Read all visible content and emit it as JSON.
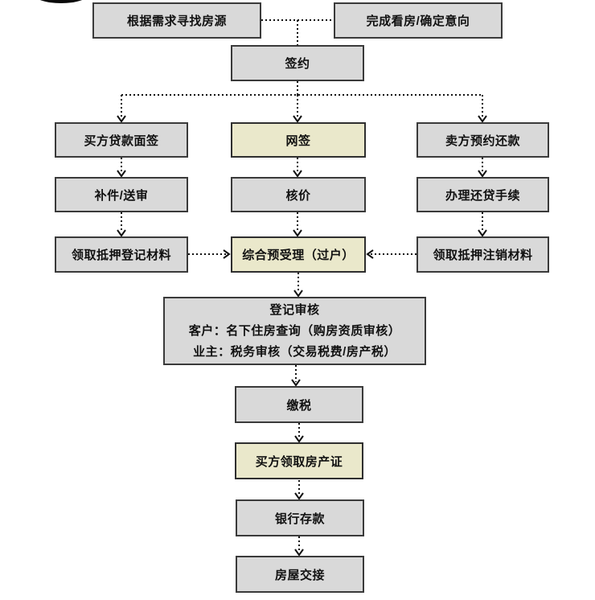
{
  "diagram_type": "flowchart",
  "language": "zh-CN",
  "subject": "second-hand-house-transaction-process",
  "colors": {
    "background": "#ffffff",
    "node_gray": "#d9d9d9",
    "node_highlight_yellow": "#eae8cb",
    "node_border": "#3a3a3a",
    "connector": "#111111",
    "text": "#111111"
  },
  "connector_style": "dotted-with-open-chevron-arrowheads",
  "nodes": [
    {
      "id": "find-housing",
      "label": "根据需求寻找房源",
      "style": "gray"
    },
    {
      "id": "confirm-intention",
      "label": "完成看房/确定意向",
      "style": "gray"
    },
    {
      "id": "sign-contract",
      "label": "签约",
      "style": "gray"
    },
    {
      "id": "buyer-loan-interview",
      "label": "买方贷款面签",
      "style": "gray"
    },
    {
      "id": "online-signing",
      "label": "网签",
      "style": "yellow"
    },
    {
      "id": "seller-repayment-appointment",
      "label": "卖方预约还款",
      "style": "gray"
    },
    {
      "id": "supplement-submit-review",
      "label": "补件/送审",
      "style": "gray"
    },
    {
      "id": "price-verification",
      "label": "核价",
      "style": "gray"
    },
    {
      "id": "handle-loan-repayment",
      "label": "办理还贷手续",
      "style": "gray"
    },
    {
      "id": "collect-mortgage-registration-materials",
      "label": "领取抵押登记材料",
      "style": "gray"
    },
    {
      "id": "comprehensive-pre-acceptance-transfer",
      "label": "综合预受理（过户）",
      "style": "yellow"
    },
    {
      "id": "collect-mortgage-cancellation-materials",
      "label": "领取抵押注销材料",
      "style": "gray"
    },
    {
      "id": "registration-review",
      "label": "登记审核",
      "line2": "客户：名下住房查询（购房资质审核）",
      "line3": "业主：税务审核（交易税费/房产税）",
      "style": "gray"
    },
    {
      "id": "pay-taxes",
      "label": "缴税",
      "style": "gray"
    },
    {
      "id": "buyer-collect-property-certificate",
      "label": "买方领取房产证",
      "style": "yellow"
    },
    {
      "id": "bank-deposit",
      "label": "银行存款",
      "style": "gray"
    },
    {
      "id": "house-handover",
      "label": "房屋交接",
      "style": "gray"
    }
  ],
  "edges": [
    {
      "from": "find-housing",
      "to": "confirm-intention",
      "arrow": false
    },
    {
      "from": "find-housing/confirm-intention",
      "to": "sign-contract",
      "arrow": false
    },
    {
      "from": "sign-contract",
      "to": "buyer-loan-interview",
      "arrow": true
    },
    {
      "from": "sign-contract",
      "to": "online-signing",
      "arrow": true
    },
    {
      "from": "sign-contract",
      "to": "seller-repayment-appointment",
      "arrow": true
    },
    {
      "from": "buyer-loan-interview",
      "to": "supplement-submit-review",
      "arrow": true
    },
    {
      "from": "online-signing",
      "to": "price-verification",
      "arrow": true
    },
    {
      "from": "seller-repayment-appointment",
      "to": "handle-loan-repayment",
      "arrow": true
    },
    {
      "from": "supplement-submit-review",
      "to": "collect-mortgage-registration-materials",
      "arrow": true
    },
    {
      "from": "price-verification",
      "to": "comprehensive-pre-acceptance-transfer",
      "arrow": true
    },
    {
      "from": "handle-loan-repayment",
      "to": "collect-mortgage-cancellation-materials",
      "arrow": true
    },
    {
      "from": "collect-mortgage-registration-materials",
      "to": "comprehensive-pre-acceptance-transfer",
      "arrow": true
    },
    {
      "from": "collect-mortgage-cancellation-materials",
      "to": "comprehensive-pre-acceptance-transfer",
      "arrow": true
    },
    {
      "from": "comprehensive-pre-acceptance-transfer",
      "to": "registration-review",
      "arrow": true
    },
    {
      "from": "registration-review",
      "to": "pay-taxes",
      "arrow": true
    },
    {
      "from": "pay-taxes",
      "to": "buyer-collect-property-certificate",
      "arrow": true
    },
    {
      "from": "buyer-collect-property-certificate",
      "to": "bank-deposit",
      "arrow": true
    },
    {
      "from": "bank-deposit",
      "to": "house-handover",
      "arrow": true
    }
  ]
}
